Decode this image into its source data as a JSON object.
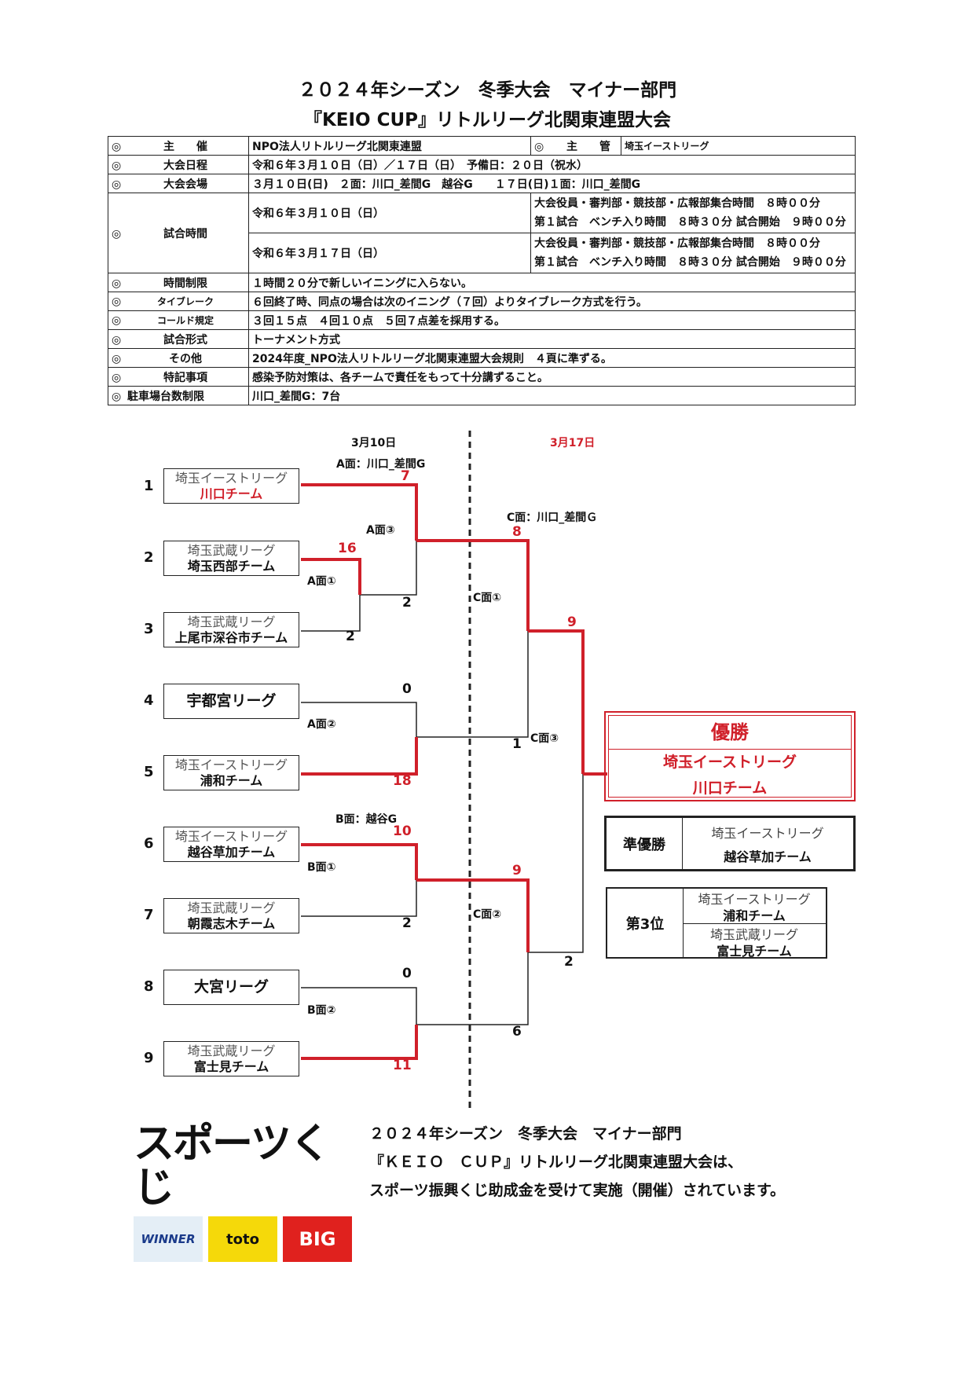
{
  "title": {
    "line1": "２０２４年シーズン　冬季大会　マイナー部門",
    "line2": "『KEIO CUP』リトルリーグ北関東連盟大会"
  },
  "info": {
    "mark": "◎",
    "sponsor_label": "主　　催",
    "sponsor": "NPO法人リトルリーグ北関東連盟",
    "manager_label": "主　　管",
    "manager": "埼玉イーストリーグ",
    "schedule_label": "大会日程",
    "schedule": "令和６年３月１０日（日）／１７日（日）　予備日：２０日（祝水）",
    "venue_label": "大会会場",
    "venue": "３月１０日(日)　２面：川口_差間G　越谷G　　１７日(日)１面：川口_差間G",
    "time_label": "試合時間",
    "day1": "令和６年３月１０日（日）",
    "day2": "令和６年３月１７日（日）",
    "time_line1": "大会役員・審判部・競技部・広報部集合時間　８時００分",
    "time_line2": "第１試合　ベンチ入り時間　８時３０分 試合開始　９時００分",
    "limit_label": "時間制限",
    "limit": "１時間２０分で新しいイニングに入らない。",
    "tiebreak_label": "タイブレーク",
    "tiebreak": "６回終了時、同点の場合は次のイニング（７回）よりタイブレーク方式を行う。",
    "called_label": "コールド規定",
    "called": "３回１５点　４回１０点　５回７点差を採用する。",
    "format_label": "試合形式",
    "format": "トーナメント方式",
    "other_label": "その他",
    "other": "2024年度_NPO法人リトルリーグ北関東連盟大会規則　４頁に準ずる。",
    "notes_label": "特記事項",
    "notes": "感染予防対策は、各チームで責任をもって十分講ずること。",
    "parking_label": "駐車場台数制限",
    "parking": "川口_差間G：7台"
  },
  "bracket": {
    "date1": "3月10日",
    "date2": "3月17日",
    "court_a_header": "A面：川口_差間G",
    "court_b_header": "B面：越谷G",
    "court_c_header": "C面：川口_差間Ｇ",
    "teams": [
      {
        "seed": "1",
        "league": "埼玉イーストリーグ",
        "team": "川口チーム"
      },
      {
        "seed": "2",
        "league": "埼玉武蔵リーグ",
        "team": "埼玉西部チーム"
      },
      {
        "seed": "3",
        "league": "埼玉武蔵リーグ",
        "team": "上尾市深谷市チーム"
      },
      {
        "seed": "4",
        "league": "",
        "team": "宇都宮リーグ"
      },
      {
        "seed": "5",
        "league": "埼玉イーストリーグ",
        "team": "浦和チーム"
      },
      {
        "seed": "6",
        "league": "埼玉イーストリーグ",
        "team": "越谷草加チーム"
      },
      {
        "seed": "7",
        "league": "埼玉武蔵リーグ",
        "team": "朝霞志木チーム"
      },
      {
        "seed": "8",
        "league": "",
        "team": "大宮リーグ"
      },
      {
        "seed": "9",
        "league": "埼玉武蔵リーグ",
        "team": "富士見チーム"
      }
    ],
    "games": {
      "a1": "A面①",
      "a2": "A面②",
      "a3": "A面③",
      "b1": "B面①",
      "b2": "B面②",
      "c1": "C面①",
      "c2": "C面②",
      "c3": "C面③"
    },
    "scores": {
      "t1": "7",
      "t2": "16",
      "t3": "2",
      "a1_loser": "2",
      "a3_loser": "2",
      "t4": "0",
      "t5": "18",
      "t6": "10",
      "t7": "2",
      "t8": "0",
      "t9": "11",
      "c1_top": "8",
      "c1_bottom": "1",
      "c2_top": "9",
      "c2_bottom": "6",
      "final_top": "9",
      "final_bottom": "2"
    }
  },
  "results": {
    "champion_label": "優勝",
    "champion_league": "埼玉イーストリーグ",
    "champion_team": "川口チーム",
    "runnerup_label": "準優勝",
    "runnerup_league": "埼玉イーストリーグ",
    "runnerup_team": "越谷草加チーム",
    "third_label": "第3位",
    "third": [
      {
        "league": "埼玉イーストリーグ",
        "team": "浦和チーム"
      },
      {
        "league": "埼玉武蔵リーグ",
        "team": "富士見チーム"
      }
    ]
  },
  "footer": {
    "line1": "２０２４年シーズン　冬季大会　マイナー部門",
    "line2": "『ＫＥＩＯ　ＣＵＰ』リトルリーグ北関東連盟大会は、",
    "line3": "スポーツ振興くじ助成金を受けて実施（開催）されています。",
    "logo_text": "スポーツくじ",
    "logo_winner": "WINNER",
    "logo_toto": "toto",
    "logo_big": "BIG"
  },
  "colors": {
    "accent": "#d0202a",
    "line": "#222222"
  }
}
